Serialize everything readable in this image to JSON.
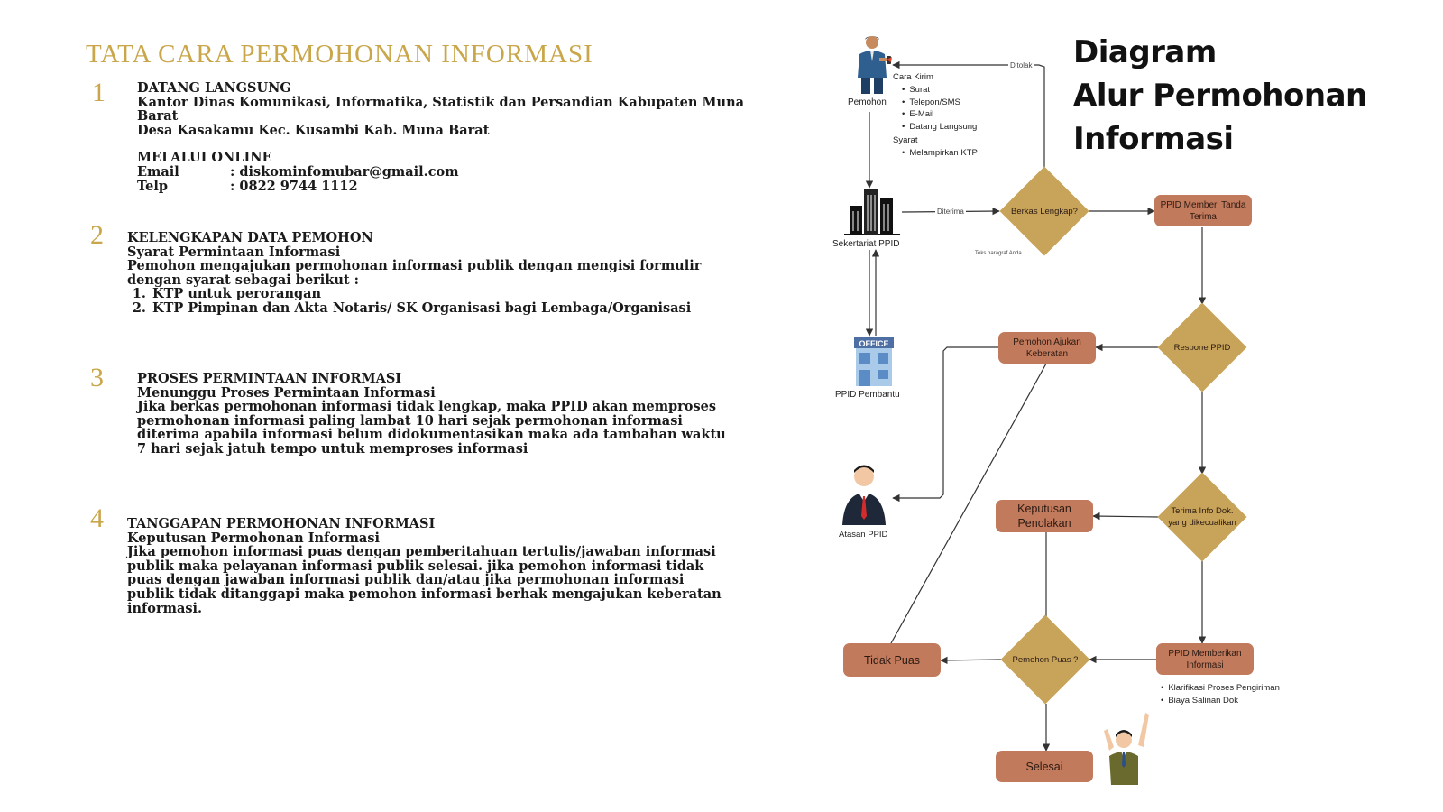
{
  "procedure": {
    "title": "TATA CARA PERMOHONAN INFORMASI",
    "steps": [
      {
        "num": "1",
        "head": "DATANG LANGSUNG",
        "lines": [
          "Kantor Dinas Komunikasi, Informatika, Statistik dan Persandian Kabupaten Muna Barat",
          "Desa Kasakamu Kec. Kusambi Kab. Muna Barat"
        ],
        "online_head": "MELALUI ONLINE",
        "email_label": "Email",
        "email_value": ": diskominfomubar@gmail.com",
        "telp_label": "Telp",
        "telp_value": ": 0822 9744 1112"
      },
      {
        "num": "2",
        "head": "KELENGKAPAN DATA PEMOHON",
        "sub": "Syarat Permintaan Informasi",
        "para": "Pemohon mengajukan permohonan informasi publik dengan mengisi formulir dengan syarat sebagai berikut :",
        "items": [
          "KTP untuk perorangan",
          "KTP Pimpinan dan Akta Notaris/ SK Organisasi bagi Lembaga/Organisasi"
        ]
      },
      {
        "num": "3",
        "head": "PROSES PERMINTAAN INFORMASI",
        "sub": "Menunggu Proses Permintaan Informasi",
        "para": "Jika berkas permohonan informasi tidak lengkap, maka PPID akan memproses permohonan informasi paling lambat 10 hari sejak permohonan informasi diterima apabila informasi belum didokumentasikan maka ada tambahan waktu 7 hari sejak jatuh tempo untuk memproses informasi"
      },
      {
        "num": "4",
        "head": "TANGGAPAN PERMOHONAN INFORMASI",
        "sub": "Keputusan Permohonan Informasi",
        "para": "Jika pemohon informasi puas dengan pemberitahuan tertulis/jawaban informasi publik maka pelayanan informasi publik selesai. jika pemohon informasi tidak puas dengan jawaban informasi publik dan/atau jika permohonan informasi publik tidak ditanggapi maka pemohon informasi berhak mengajukan keberatan informasi."
      }
    ]
  },
  "diagram": {
    "title_lines": [
      "Diagram",
      "Alur Permohonan",
      "Informasi"
    ],
    "actors": {
      "pemohon": "Pemohon",
      "sekretariat": "Sekertariat PPID",
      "pembantu": "PPID Pembantu",
      "atasan": "Atasan PPID",
      "office_sign": "OFFICE"
    },
    "edge_labels": {
      "ditolak": "Ditolak",
      "diterima": "Diterima",
      "placeholder": "Teks paragraf Anda"
    },
    "cara_kirim_head": "Cara Kirim",
    "cara_kirim_items": [
      "Surat",
      "Telepon/SMS",
      "E-Mail",
      "Datang Langsung"
    ],
    "syarat_head": "Syarat",
    "syarat_items": [
      "Melampirkan KTP"
    ],
    "nodes": {
      "berkas": "Berkas Lengkap?",
      "tanda_terima": "PPID Memberi Tanda Terima",
      "respone": "Respone PPID",
      "keberatan": "Pemohon Ajukan Keberatan",
      "info_dikecualikan": "Terima Info Dok. yang dikecualikan",
      "penolakan": "Keputusan Penolakan",
      "memberikan": "PPID Memberikan Informasi",
      "puas": "Pemohon Puas ?",
      "tidak_puas": "Tidak Puas",
      "selesai": "Selesai"
    },
    "notes": [
      "Klarifikasi Proses Pengiriman",
      "Biaya Salinan Dok"
    ],
    "colors": {
      "box": "#c27a5c",
      "diamond": "#c8a45a",
      "gold_text": "#c9a64a"
    }
  }
}
